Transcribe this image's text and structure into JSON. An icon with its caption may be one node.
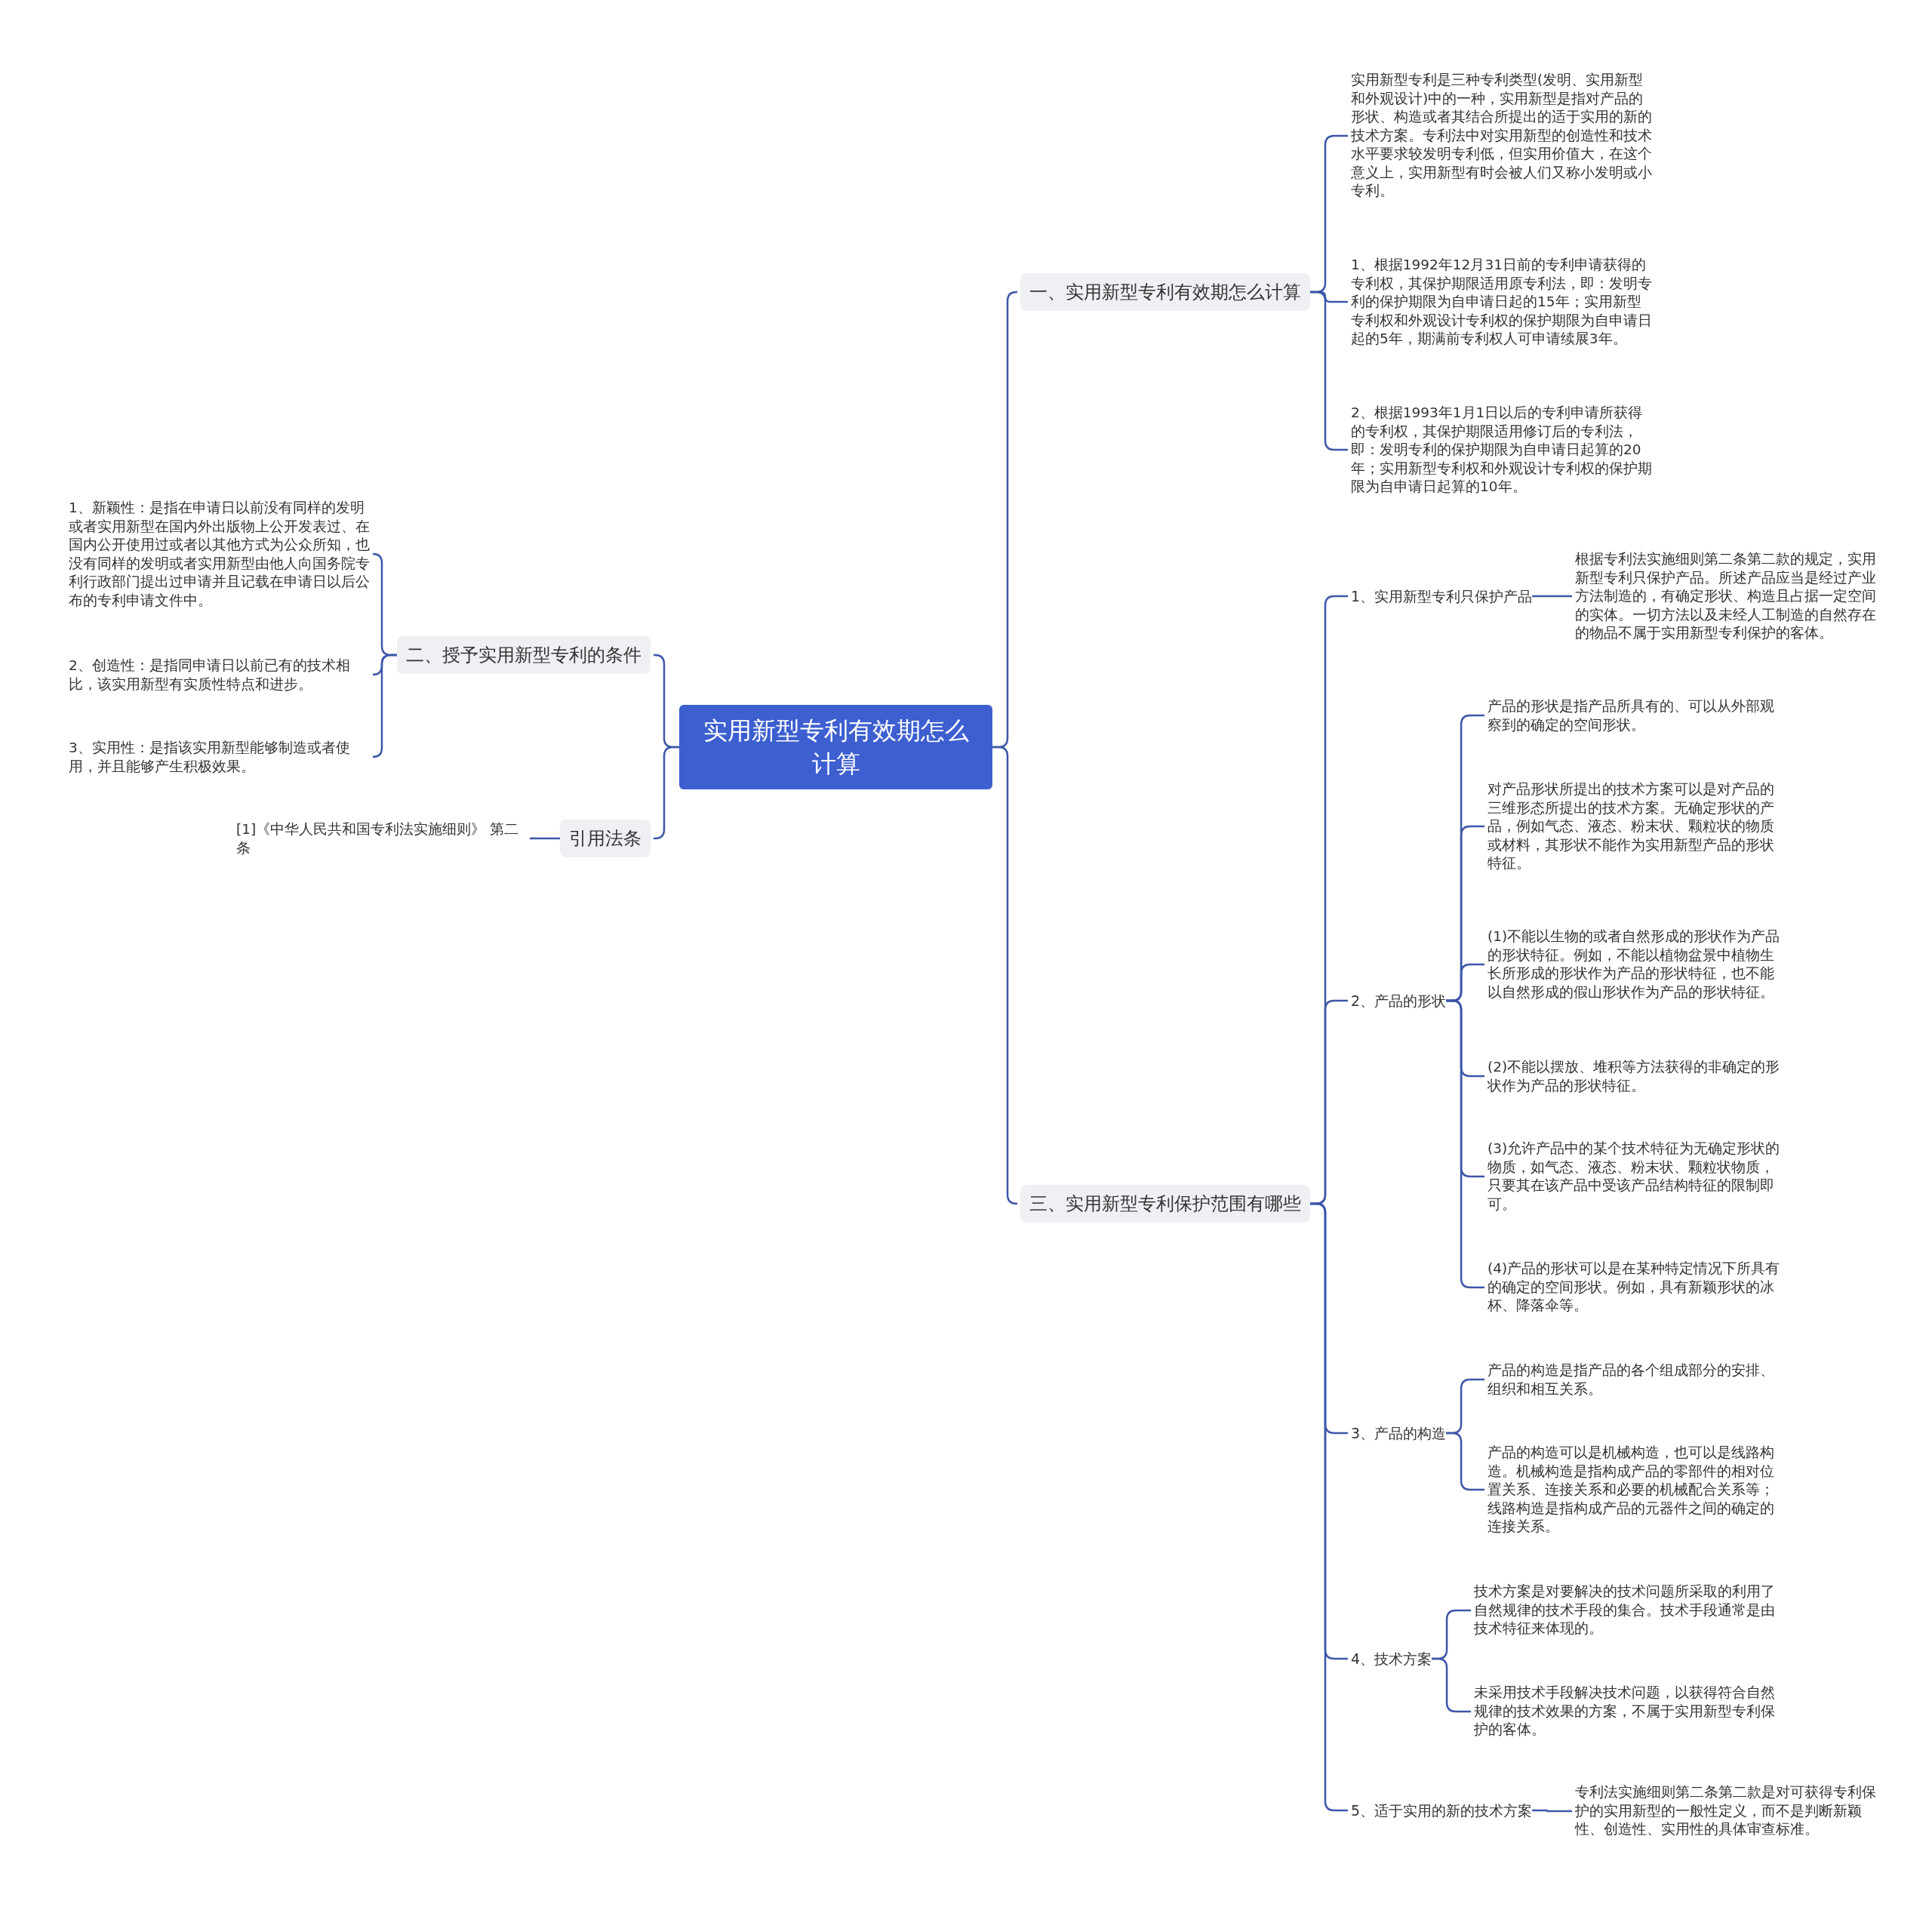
{
  "diagram": {
    "nodes": [
      {
        "text": [
          "实用新型专利有效期怎么计算"
        ]
      },
      {
        "text": [
          "一、实用新型专利有效期怎么计算"
        ]
      },
      {
        "text": [
          "实用新型专利是三种专利类型(发明、实用新型和外观设计)中的一种，实用新型是指对产品的形状、构造或者其结合所提出的适于实用的新的技术方案。专利法中对实用新型的创造性和技术水平要求较发明专利低，但实用价值大，在这个意义上，实用新型有时会被人们又称小发明或小专利。"
        ]
      },
      {
        "text": [
          "1、根据1992年12月31日前的专利申请获得的专利权，其保护期限适用原专利法，即：发明专利的保护期限为自申请日起的15年；实用新型专利权和外观设计专利权的保护期限为自申请日起的5年，期满前专利权人可申请续展3年。"
        ]
      },
      {
        "text": [
          "2、根据1993年1月1日以后的专利申请所获得的专利权，其保护期限适用修订后的专利法，即：发明专利的保护期限为自申请日起算的20年；实用新型专利权和外观设计专利权的保护期限为自申请日起算的10年。"
        ]
      },
      {
        "text": [
          "三、实用新型专利保护范围有哪些"
        ]
      },
      {
        "text": [
          "1、实用新型专利只保护产品"
        ]
      },
      {
        "text": [
          "根据专利法实施细则第二条第二款的规定，实用新型专利只保护产品。所述产品应当是经过产业方法制造的，有确定形状、构造且占据一定空间的实体。一切方法以及未经人工制造的自然存在的物品不属于实用新型专利保护的客体。"
        ]
      },
      {
        "text": [
          "2、产品的形状"
        ]
      },
      {
        "text": [
          "产品的形状是指产品所具有的、可以从外部观察到的确定的空间形状。"
        ]
      },
      {
        "text": [
          "对产品形状所提出的技术方案可以是对产品的三维形态所提出的技术方案。无确定形状的产品，例如气态、液态、粉末状、颗粒状的物质或材料，其形状不能作为实用新型产品的形状特征。"
        ]
      },
      {
        "text": [
          "(1)不能以生物的或者自然形成的形状作为产品的形状特征。例如，不能以植物盆景中植物生长所形成的形状作为产品的形状特征，也不能以自然形成的假山形状作为产品的形状特征。"
        ]
      },
      {
        "text": [
          "(2)不能以摆放、堆积等方法获得的非确定的形状作为产品的形状特征。"
        ]
      },
      {
        "text": [
          "(3)允许产品中的某个技术特征为无确定形状的物质，如气态、液态、粉末状、颗粒状物质，只要其在该产品中受该产品结构特征的限制即可。"
        ]
      },
      {
        "text": [
          "(4)产品的形状可以是在某种特定情况下所具有的确定的空间形状。例如，具有新颖形状的冰杯、降落伞等。"
        ]
      },
      {
        "text": [
          "3、产品的构造"
        ]
      },
      {
        "text": [
          "产品的构造是指产品的各个组成部分的安排、组织和相互关系。"
        ]
      },
      {
        "text": [
          "产品的构造可以是机械构造，也可以是线路构造。机械构造是指构成产品的零部件的相对位置关系、连接关系和必要的机械配合关系等；线路构造是指构成产品的元器件之间的确定的连接关系。"
        ]
      },
      {
        "text": [
          "4、技术方案"
        ]
      },
      {
        "text": [
          "技术方案是对要解决的技术问题所采取的利用了自然规律的技术手段的集合。技术手段通常是由技术特征来体现的。"
        ]
      },
      {
        "text": [
          "未采用技术手段解决技术问题，以获得符合自然规律的技术效果的方案，不属于实用新型专利保护的客体。"
        ]
      },
      {
        "text": [
          "5、适于实用的新的技术方案"
        ]
      },
      {
        "text": [
          "专利法实施细则第二条第二款是对可获得专利保护的实用新型的一般性定义，而不是判断新颖性、创造性、实用性的具体审查标准。"
        ]
      },
      {
        "text": [
          "二、授予实用新型专利的条件"
        ]
      },
      {
        "text": [
          "1、新颖性：是指在申请日以前没有同样的发明或者实用新型在国内外出版物上公开发表过、在国内公开使用过或者以其他方式为公众所知，也没有同样的发明或者实用新型由他人向国务院专利行政部门提出过申请并且记载在申请日以后公布的专利申请文件中。"
        ]
      },
      {
        "text": [
          "2、创造性：是指同申请日以前已有的技术相比，该实用新型有实质性特点和进步。"
        ]
      },
      {
        "text": [
          "3、实用性：是指该实用新型能够制造或者使用，并且能够产生积极效果。"
        ]
      },
      {
        "text": [
          "引用法条"
        ]
      },
      {
        "text": [
          "[1]《中华人民共和国专利法实施细则》 第二条"
        ]
      }
    ],
    "edges": [
      {
        "from": 0,
        "to": 1,
        "arrow": "none"
      },
      {
        "from": 1,
        "to": 2,
        "arrow": "none"
      },
      {
        "from": 1,
        "to": 3,
        "arrow": "none"
      },
      {
        "from": 1,
        "to": 4,
        "arrow": "none"
      },
      {
        "from": 0,
        "to": 5,
        "arrow": "none"
      },
      {
        "from": 5,
        "to": 6,
        "arrow": "none"
      },
      {
        "from": 6,
        "to": 7,
        "arrow": "none"
      },
      {
        "from": 5,
        "to": 8,
        "arrow": "none"
      },
      {
        "from": 8,
        "to": 9,
        "arrow": "none"
      },
      {
        "from": 8,
        "to": 10,
        "arrow": "none"
      },
      {
        "from": 8,
        "to": 11,
        "arrow": "none"
      },
      {
        "from": 8,
        "to": 12,
        "arrow": "none"
      },
      {
        "from": 8,
        "to": 13,
        "arrow": "none"
      },
      {
        "from": 8,
        "to": 14,
        "arrow": "none"
      },
      {
        "from": 5,
        "to": 15,
        "arrow": "none"
      },
      {
        "from": 15,
        "to": 16,
        "arrow": "none"
      },
      {
        "from": 15,
        "to": 17,
        "arrow": "none"
      },
      {
        "from": 5,
        "to": 18,
        "arrow": "none"
      },
      {
        "from": 18,
        "to": 19,
        "arrow": "none"
      },
      {
        "from": 18,
        "to": 20,
        "arrow": "none"
      },
      {
        "from": 5,
        "to": 21,
        "arrow": "none"
      },
      {
        "from": 21,
        "to": 22,
        "arrow": "none"
      },
      {
        "from": 0,
        "to": 23,
        "arrow": "none"
      },
      {
        "from": 23,
        "to": 24,
        "arrow": "none"
      },
      {
        "from": 23,
        "to": 25,
        "arrow": "none"
      },
      {
        "from": 23,
        "to": 26,
        "arrow": "none"
      },
      {
        "from": 0,
        "to": 27,
        "arrow": "none"
      },
      {
        "from": 27,
        "to": 28,
        "arrow": "none"
      }
    ]
  }
}
